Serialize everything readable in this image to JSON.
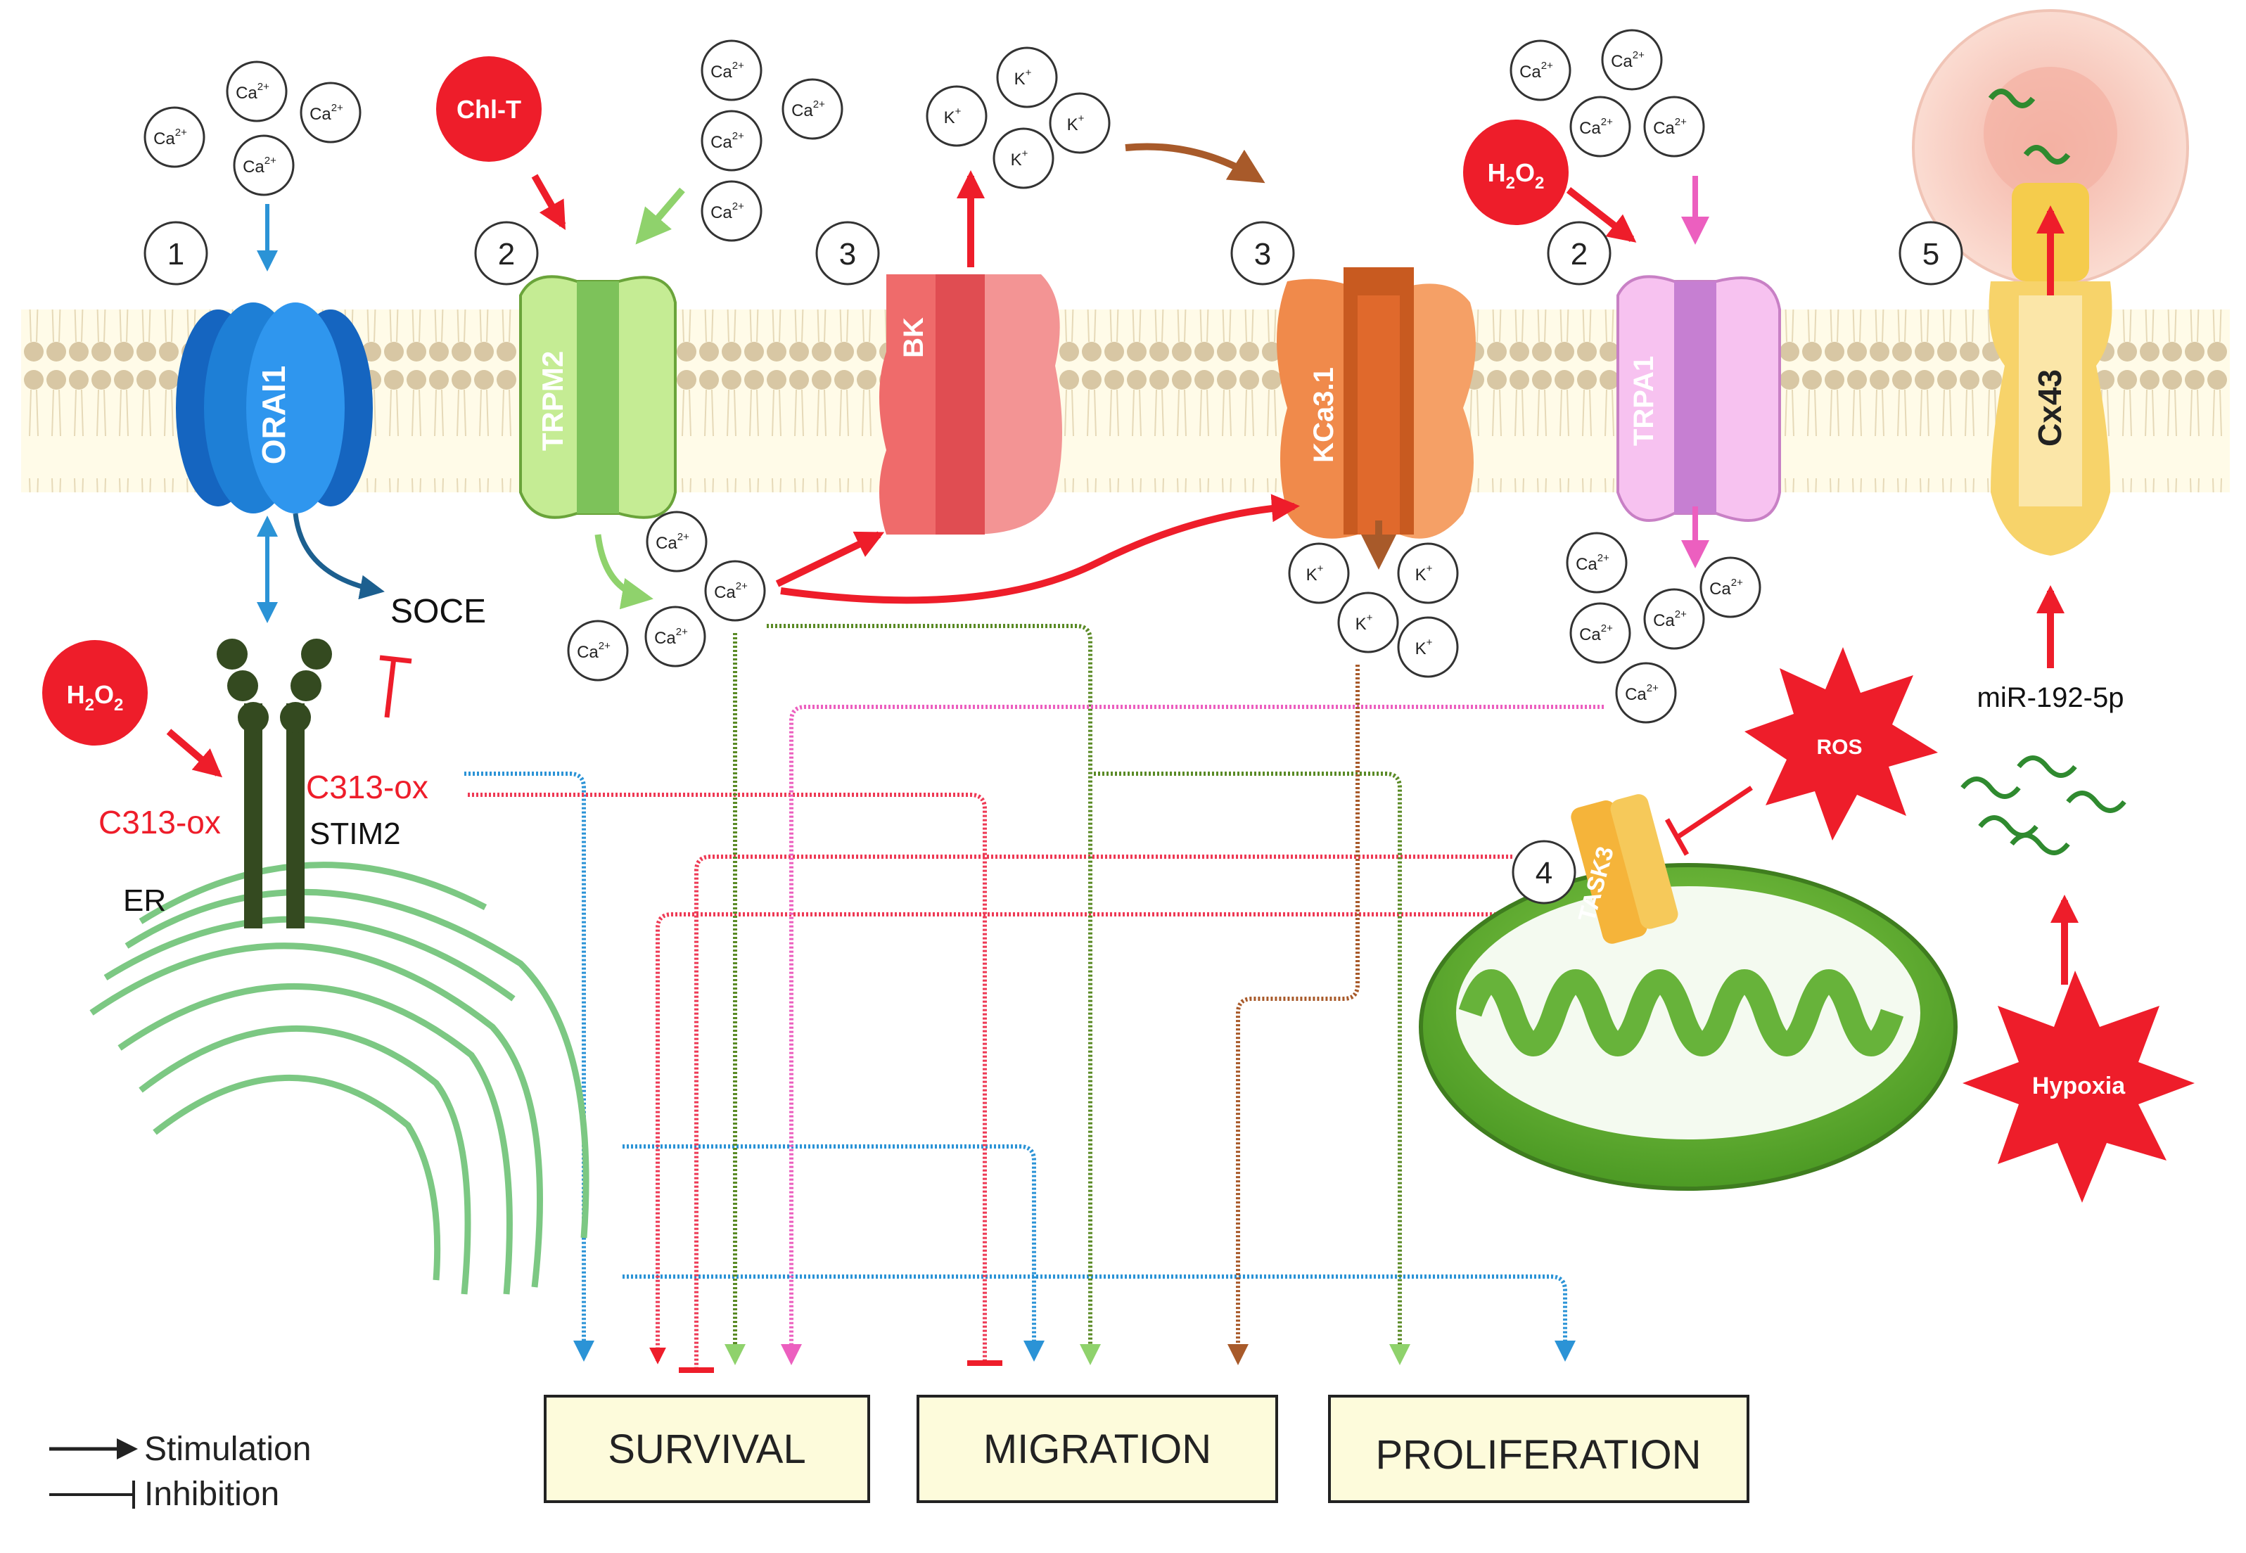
{
  "ions": {
    "ca": "Ca",
    "ca_charge": "2+",
    "k": "K",
    "k_charge": "+"
  },
  "channels": {
    "orai1": "ORAI1",
    "trpm2": "TRPM2",
    "bk": "BK",
    "kca31": "KCa3.1",
    "trpa1": "TRPA1",
    "cx43": "Cx43",
    "task3": "TASK3"
  },
  "numbers": [
    "1",
    "2",
    "3",
    "3",
    "2",
    "5",
    "4"
  ],
  "stimuli": {
    "chl_t": "Chl-T",
    "h2o2_main": "H",
    "h2o2_sub1": "2",
    "h2o2_mid": "O",
    "h2o2_sub2": "2",
    "ros": "ROS",
    "hypoxia": "Hypoxia"
  },
  "labels": {
    "soce": "SOCE",
    "c313_left": "C313-ox",
    "c313_right": "C313-ox",
    "stim2": "STIM2",
    "er": "ER",
    "mirna": "miR-192-5p"
  },
  "outcomes": {
    "survival": "SURVIVAL",
    "migration": "MIGRATION",
    "proliferation": "PROLIFERATION"
  },
  "legend": {
    "stimulation": "Stimulation",
    "inhibition": "Inhibition"
  },
  "colors": {
    "orai1": "#1e7fd6",
    "trpm2": "#b9e58a",
    "bk": "#ef6b6b",
    "kca31": "#f08a4b",
    "trpa1": "#f2b4ec",
    "cx43": "#f7d36a",
    "stim_red": "#ee1d2a",
    "blue_path": "#2b93d6",
    "red_path": "#ee3a55",
    "green_path": "#5a8a25",
    "pink_path": "#ec5fbf",
    "brown_path": "#a85a2a",
    "outcome_fill": "#fdfbdb"
  }
}
